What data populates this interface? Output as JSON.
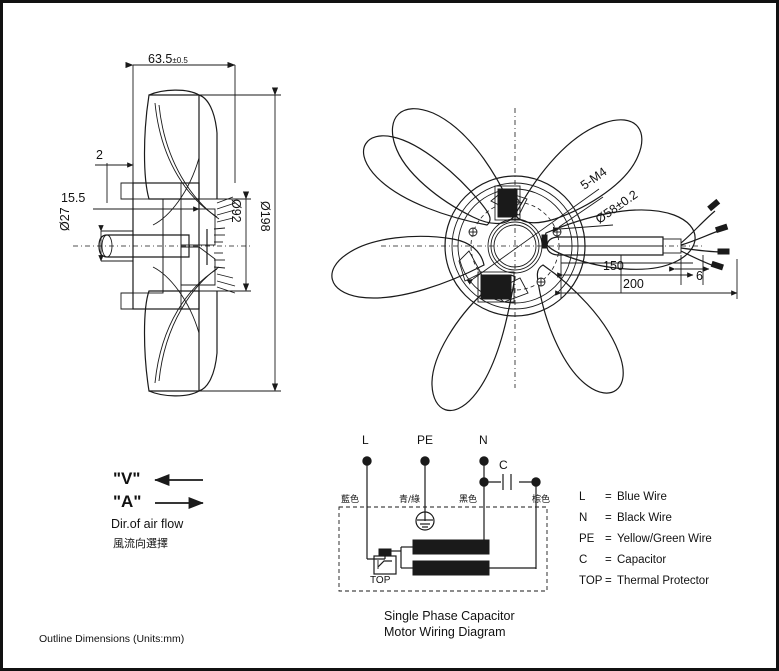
{
  "sheet": {
    "caption": "Outline Dimensions (Units:mm)"
  },
  "side_view": {
    "dims": {
      "width_overall": "63.5",
      "width_tol": "±0.5",
      "flange": "2",
      "hub_depth": "15.5",
      "shaft_dia": "Ø27",
      "motor_dia": "Ø92",
      "fan_dia": "Ø198"
    }
  },
  "front_view": {
    "dims": {
      "bolts": "5-M4",
      "bolt_circle": "Ø58±0.2",
      "cable_inner": "150",
      "cable_outer": "200",
      "lead_strip": "6"
    }
  },
  "airflow": {
    "v_label": "\"V\"",
    "a_label": "\"A\"",
    "title_en": "Dir.of air flow",
    "title_cn": "風流向選擇"
  },
  "wiring": {
    "terminals": [
      "L",
      "PE",
      "N"
    ],
    "capacitor_label": "C",
    "protector_label": "TOP",
    "wire_colors_cn": [
      "藍色",
      "青/綠",
      "黑色",
      "棕色"
    ],
    "title_line1": "Single Phase Capacitor",
    "title_line2": "Motor Wiring Diagram"
  },
  "legend": {
    "items": [
      {
        "key": "L",
        "eq": "=",
        "value": "Blue Wire"
      },
      {
        "key": "N",
        "eq": "=",
        "value": "Black Wire"
      },
      {
        "key": "PE",
        "eq": "=",
        "value": "Yellow/Green Wire"
      },
      {
        "key": "C",
        "eq": "=",
        "value": "Capacitor"
      },
      {
        "key": "TOP",
        "eq": "=",
        "value": "Thermal Protector"
      }
    ]
  },
  "colors": {
    "line": "#1a1a1a",
    "background": "#ffffff"
  }
}
